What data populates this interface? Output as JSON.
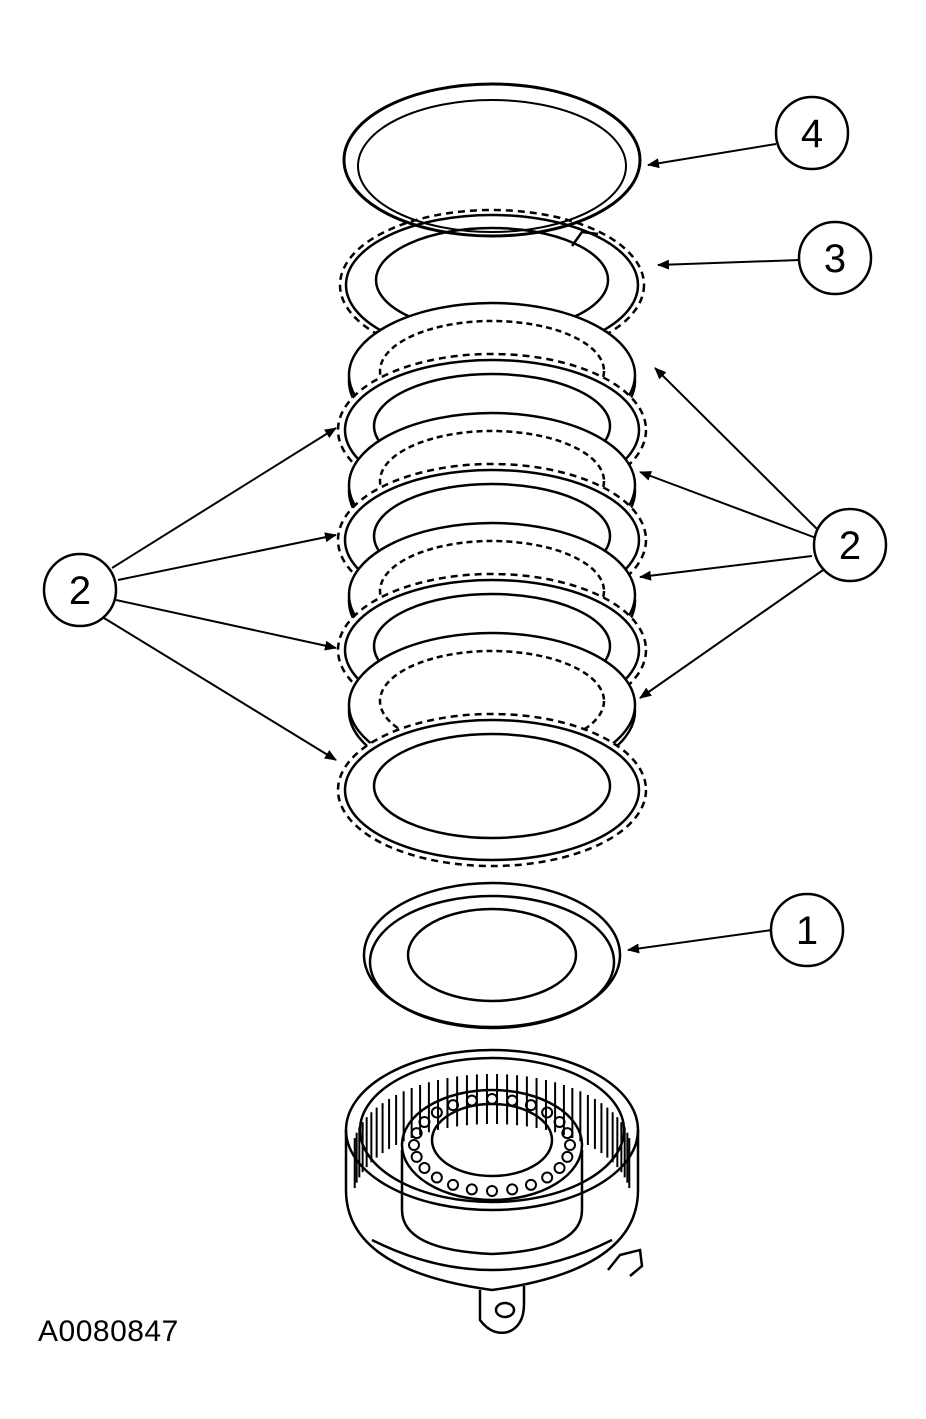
{
  "figure": {
    "id": "A0080847",
    "stroke_color": "#000000",
    "background_color": "#ffffff"
  },
  "callouts": [
    {
      "label": "4"
    },
    {
      "label": "3"
    },
    {
      "label": "2"
    },
    {
      "label": "2"
    },
    {
      "label": "1"
    }
  ]
}
